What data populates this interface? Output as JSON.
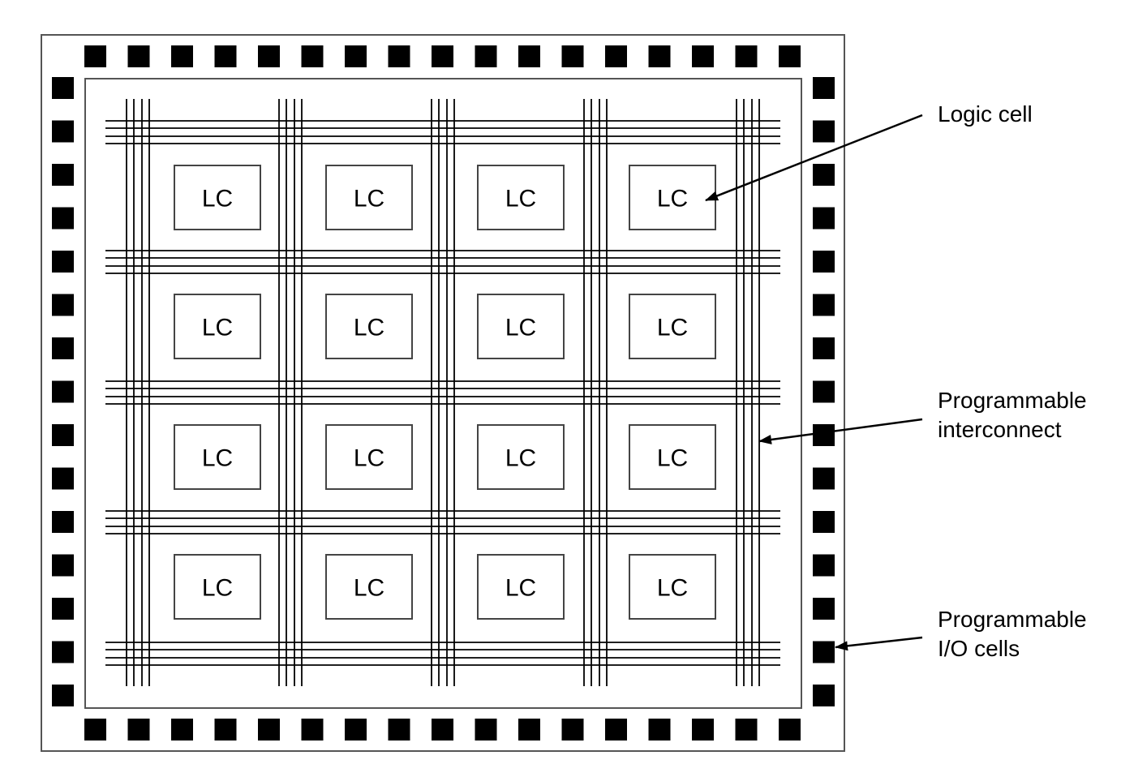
{
  "diagram": {
    "cell_label": "LC",
    "logic_cell_rows": 4,
    "logic_cell_cols": 4,
    "io_cells_per_horizontal_side": 17,
    "io_cells_per_vertical_side": 15,
    "callouts": {
      "logic_cell": [
        "Logic cell"
      ],
      "interconnect": [
        "Programmable",
        "interconnect"
      ],
      "io_cells": [
        "Programmable",
        "I/O cells"
      ]
    },
    "colors": {
      "line": "#000000",
      "border": "#555555",
      "background": "#ffffff"
    }
  }
}
